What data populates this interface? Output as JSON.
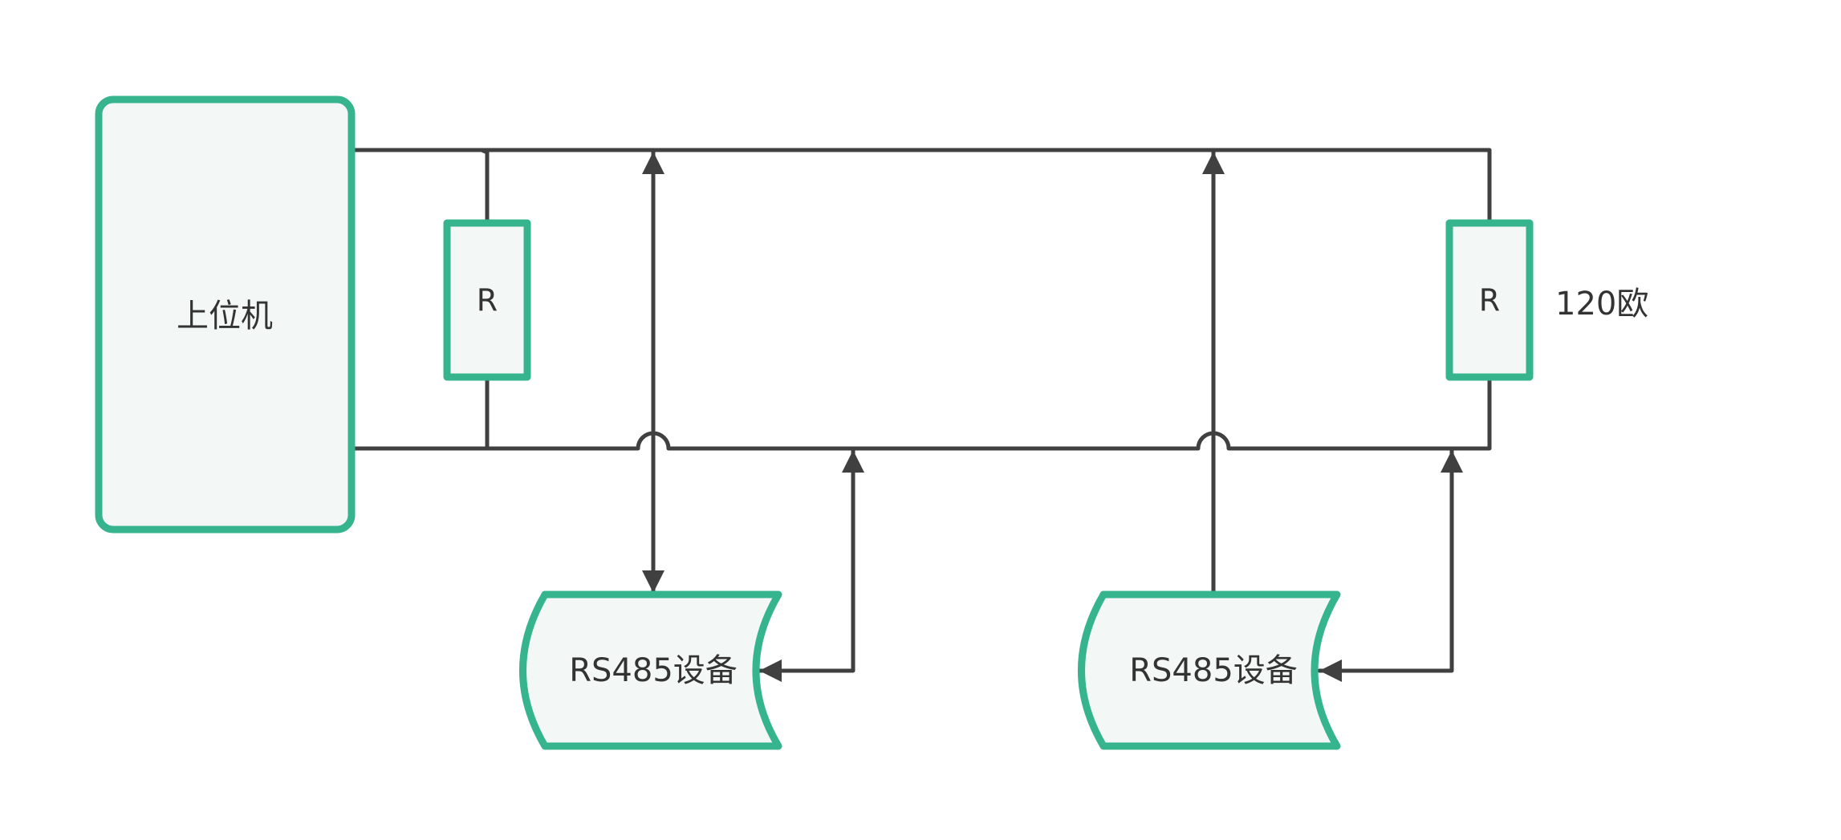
{
  "colors": {
    "shape_stroke": "#35b48e",
    "shape_fill": "#f3f8f6",
    "line": "#404040",
    "text": "#333333"
  },
  "labels": {
    "host": "上位机",
    "resistor_left": "R",
    "resistor_right": "R",
    "resistor_value": "120欧",
    "device_left": "RS485设备",
    "device_right": "RS485设备"
  }
}
